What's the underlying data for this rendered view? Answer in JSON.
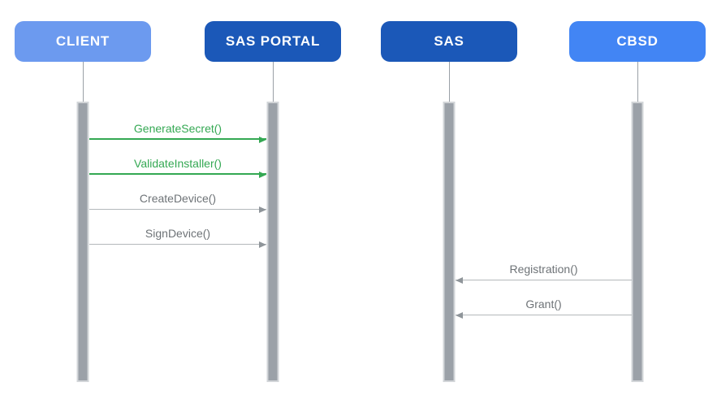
{
  "diagram": {
    "type": "sequence",
    "accent_colors": {
      "light_blue": "#6c9aef",
      "dark_blue": "#1b58b8",
      "medium_blue": "#4285f4",
      "green": "#34a853",
      "gray": "#9ba1a8"
    }
  },
  "actors": [
    {
      "id": "client",
      "label": "CLIENT",
      "color": "#6c9aef",
      "text_color": "#ffffff"
    },
    {
      "id": "sas-portal",
      "label": "SAS PORTAL",
      "color": "#1b58b8",
      "text_color": "#ffffff"
    },
    {
      "id": "sas",
      "label": "SAS",
      "color": "#1b58b8",
      "text_color": "#ffffff"
    },
    {
      "id": "cbsd",
      "label": "CBSD",
      "color": "#4285f4",
      "text_color": "#ffffff"
    }
  ],
  "messages": [
    {
      "label": "GenerateSecret()",
      "from": "CLIENT",
      "to": "SAS PORTAL",
      "direction": "right",
      "text_color": "#34a853",
      "line_color": "#34a853",
      "head_color": "#34a853"
    },
    {
      "label": "ValidateInstaller()",
      "from": "CLIENT",
      "to": "SAS PORTAL",
      "direction": "right",
      "text_color": "#34a853",
      "line_color": "#34a853",
      "head_color": "#34a853"
    },
    {
      "label": "CreateDevice()",
      "from": "CLIENT",
      "to": "SAS PORTAL",
      "direction": "right",
      "text_color": "#6e7377",
      "line_color": "#b4b8bb",
      "head_color": "#8f959a"
    },
    {
      "label": "SignDevice()",
      "from": "CLIENT",
      "to": "SAS PORTAL",
      "direction": "right",
      "text_color": "#6e7377",
      "line_color": "#b4b8bb",
      "head_color": "#8f959a"
    },
    {
      "label": "Registration()",
      "from": "CBSD",
      "to": "SAS",
      "direction": "left",
      "text_color": "#6e7377",
      "line_color": "#b4b8bb",
      "head_color": "#8f959a"
    },
    {
      "label": "Grant()",
      "from": "CBSD",
      "to": "SAS",
      "direction": "left",
      "text_color": "#6e7377",
      "line_color": "#b4b8bb",
      "head_color": "#8f959a"
    }
  ]
}
